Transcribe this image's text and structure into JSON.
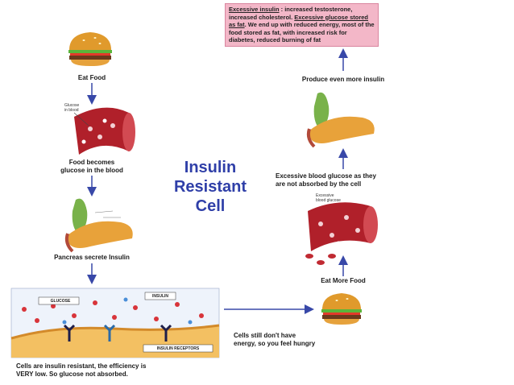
{
  "title_lines": [
    "Insulin",
    "Resistant",
    "Cell"
  ],
  "steps": {
    "eat_food": "Eat Food",
    "food_glucose": [
      "Food becomes",
      "glucose in the blood"
    ],
    "pancreas_insulin": "Pancreas secrete Insulin",
    "cells_resistant": [
      "Cells are insulin resistant, the efficiency is",
      "VERY low. So glucose not absorbed."
    ],
    "still_hungry": [
      "Cells still don't have",
      "energy, so you feel hungry"
    ],
    "eat_more": "Eat More Food",
    "excess_glucose": [
      "Excessive blood glucose as they",
      "are not absorbed by the cell"
    ],
    "more_insulin": "Produce even more insulin"
  },
  "top_box": {
    "u1": "Excessive insulin",
    "t1": " : increased testosterone, increased cholesterol. ",
    "u2": "Excessive glucose stored as fat",
    "t2": ". We end up with reduced energy, most of the food stored as fat, with increased risk for diabetes, reduced burning of fat"
  },
  "image_labels": {
    "glucose_in_blood": [
      "Glucose",
      "in blood"
    ],
    "excessive_blood_glucose": [
      "Excessive",
      "blood glucose"
    ],
    "glucose_tag": "GLUCOSE",
    "insulin_tag": "INSULIN",
    "receptors_tag": "INSULIN RECEPTORS"
  },
  "colors": {
    "arrow": "#3848a8",
    "title": "#2f3fa8",
    "box_bg": "#f3b7c8",
    "vessel": "#b0202a",
    "pancreas": "#e8a23a",
    "gallbladder": "#79b24a"
  }
}
